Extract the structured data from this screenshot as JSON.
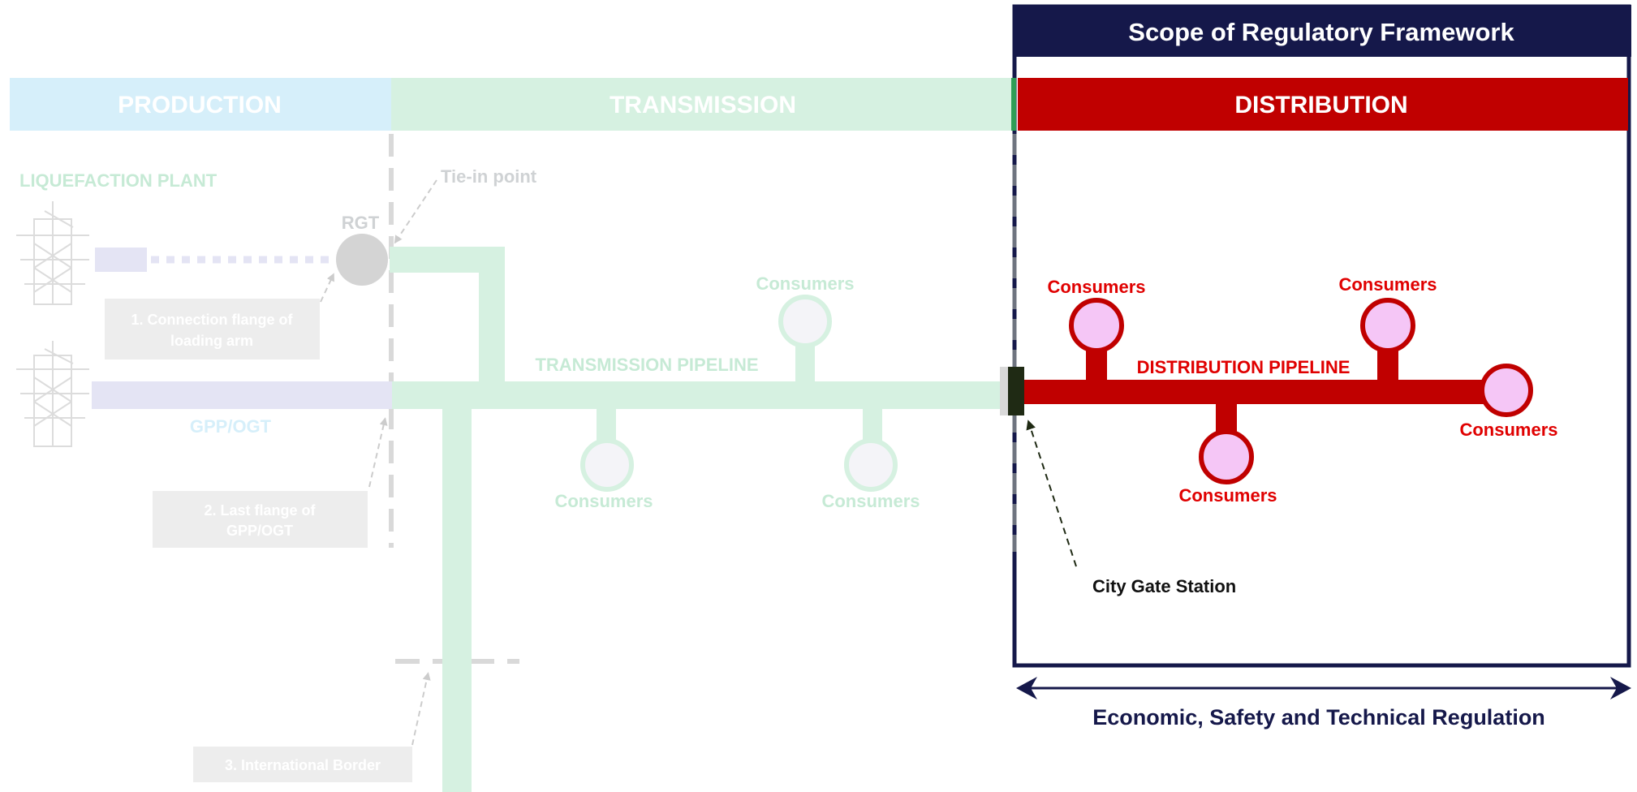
{
  "colors": {
    "production_band": "#d6effa",
    "transmission_band": "#d6f1e1",
    "distribution_band": "#c00000",
    "navy": "#15184a",
    "faded_text": "#cfd2d4",
    "faded_green_text": "#c6ead5",
    "distribution_text": "#e00000",
    "consumer_fill": "#f5c6f6",
    "faded_consumer_fill": "#f4f4f8",
    "callout_box": "#ededed",
    "faded_lavender": "#e4e4f4",
    "rgt_node": "#d4d4d4",
    "dark_node": "#1f2a14"
  },
  "framework": {
    "title": "Scope of Regulatory Framework",
    "regulation_label": "Economic, Safety and Technical Regulation"
  },
  "segments": {
    "production": "PRODUCTION",
    "transmission": "TRANSMISSION",
    "distribution": "DISTRIBUTION"
  },
  "labels": {
    "liquefaction_plant": "LIQUEFACTION PLANT",
    "rgt": "RGT",
    "tie_in_point": "Tie-in point",
    "gpp_ogt": "GPP/OGT",
    "transmission_pipeline": "TRANSMISSION PIPELINE",
    "distribution_pipeline": "DISTRIBUTION PIPELINE",
    "city_gate_station": "City Gate Station"
  },
  "callouts": {
    "c1_line1": "1. Connection flange of",
    "c1_line2": "loading arm",
    "c2_line1": "2. Last flange of",
    "c2_line2": "GPP/OGT",
    "c3": "3. International Border"
  },
  "consumers": {
    "label": "Consumers"
  }
}
